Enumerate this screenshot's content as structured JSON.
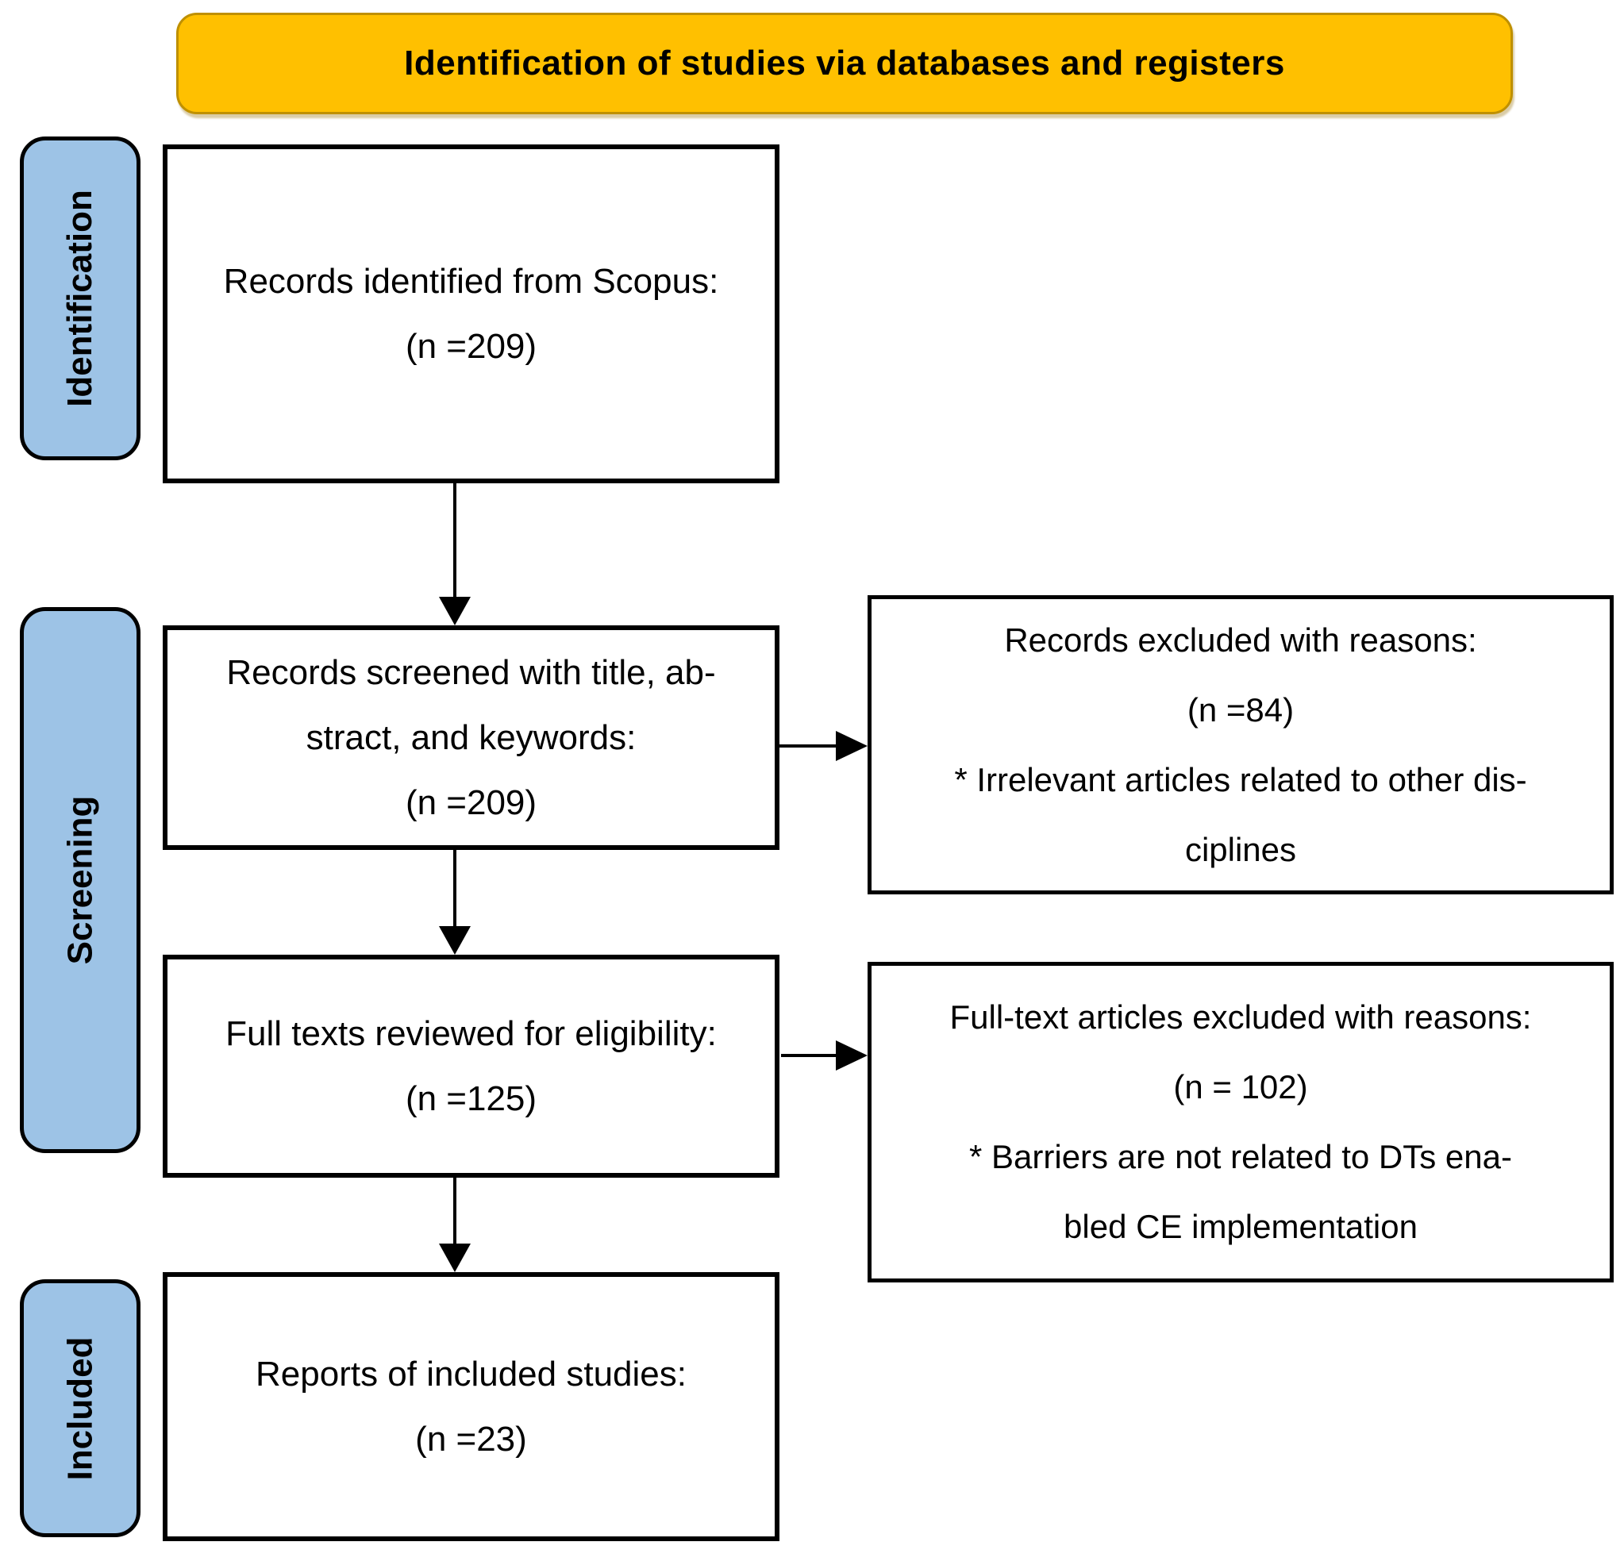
{
  "banner": {
    "title": "Identification of studies via databases and registers"
  },
  "stages": [
    {
      "label": "Identification"
    },
    {
      "label": "Screening"
    },
    {
      "label": "Included"
    }
  ],
  "flow": {
    "identified": {
      "lines": [
        "Records identified from Scopus:",
        "(n =209)"
      ]
    },
    "screened": {
      "lines": [
        "Records screened with title, ab-",
        "stract, and keywords:",
        "(n =209)"
      ]
    },
    "fulltext": {
      "lines": [
        "Full texts reviewed for eligibility:",
        "(n =125)"
      ]
    },
    "included": {
      "lines": [
        "Reports of included studies:",
        "(n =23)"
      ]
    }
  },
  "exclusions": {
    "screening": {
      "lines": [
        "Records excluded with reasons:",
        "(n =84)",
        "* Irrelevant articles related to other dis-",
        "ciplines"
      ]
    },
    "fulltext": {
      "lines": [
        "Full-text articles excluded with reasons:",
        "(n = 102)",
        "* Barriers are not related to DTs ena-",
        "bled CE implementation"
      ]
    }
  },
  "colors": {
    "banner_fill": "#FFC000",
    "banner_border": "#BF9000",
    "stage_fill": "#9DC3E6",
    "line_color": "#000000"
  }
}
